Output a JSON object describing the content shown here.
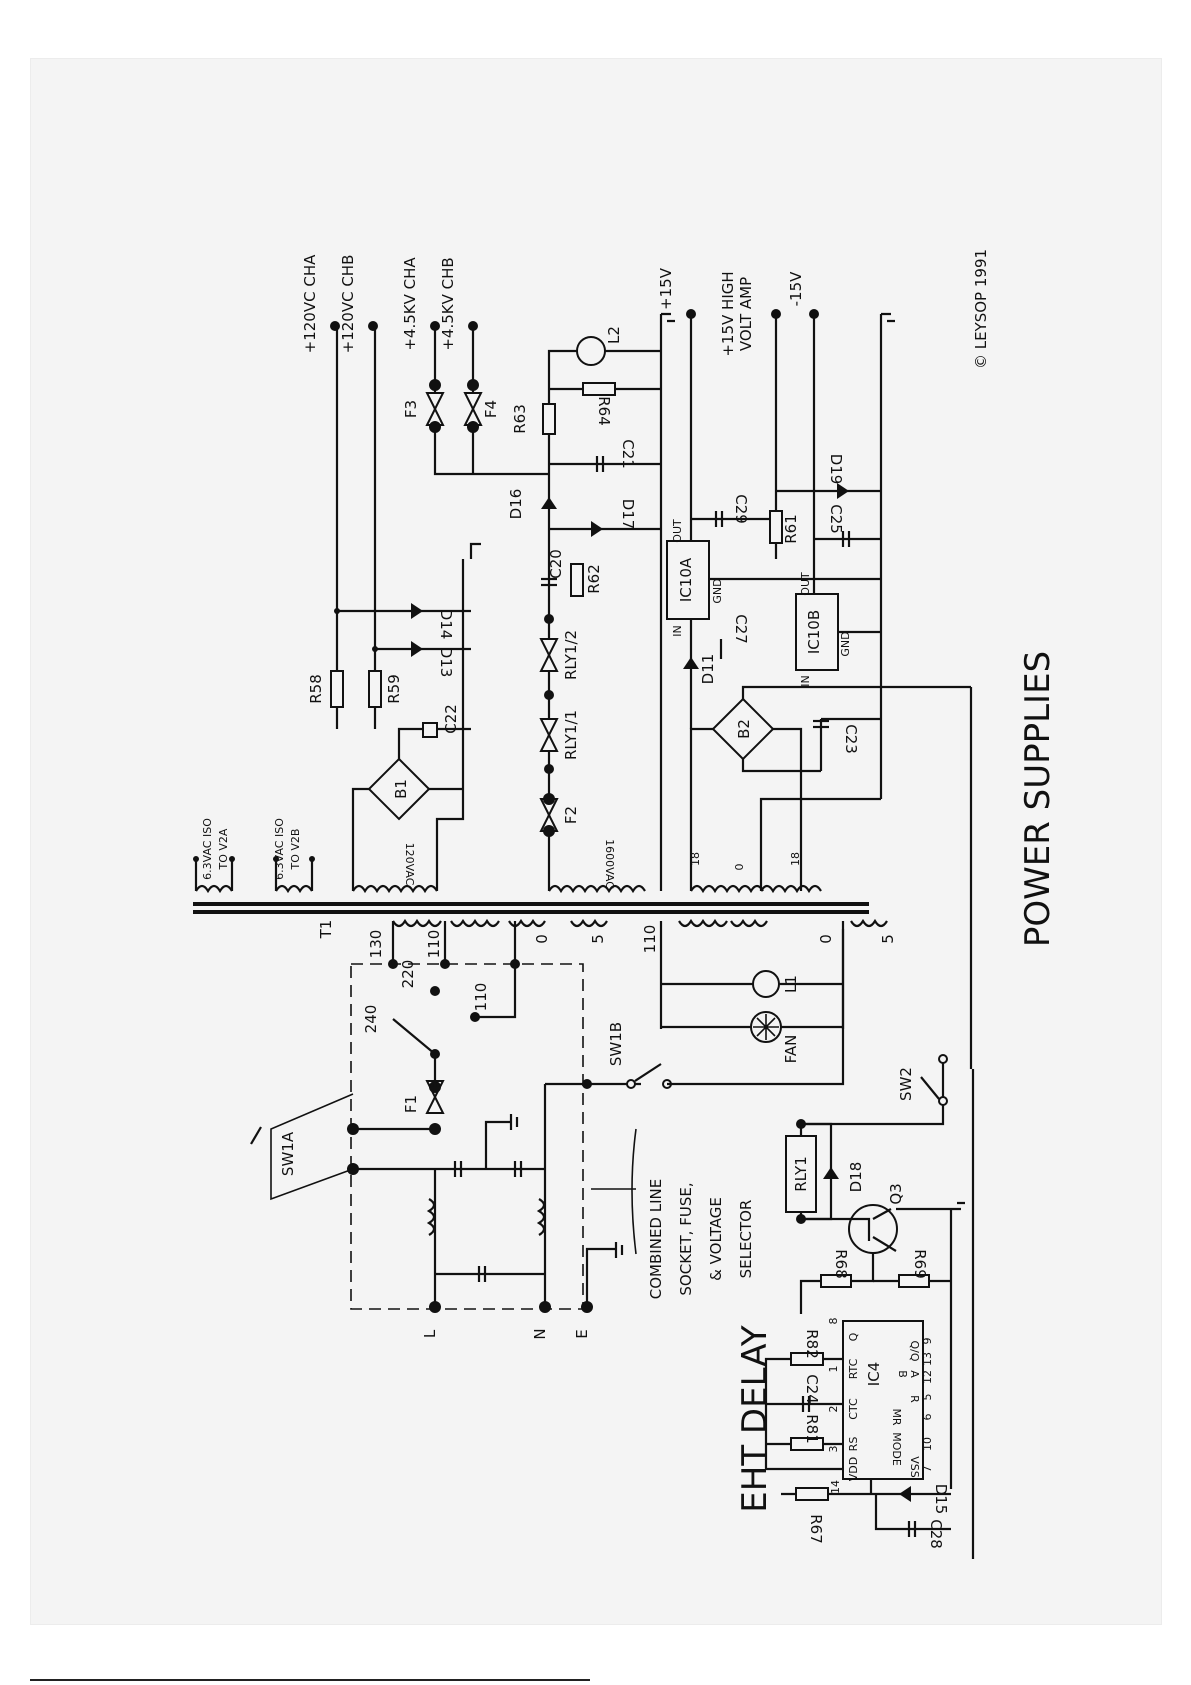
{
  "title": "POWER SUPPLIES",
  "subtitle": "EHT DELAY",
  "copyright": "© LEYSOP 1991",
  "outputs": [
    "+120VC CHA",
    "+120VC CHB",
    "+4.5KV CHA",
    "+4.5KV CHB",
    "+15V",
    "+15V HIGH",
    "VOLT AMP",
    "-15V"
  ],
  "transformer": {
    "ref": "T1",
    "primary_taps": [
      "130",
      "110",
      "0",
      "5",
      "110",
      "0",
      "5"
    ],
    "secondaries": [
      "6.3VAC ISO",
      "TO V2A",
      "6.3VAC ISO",
      "TO V2B",
      "120VAC",
      "1600VAC",
      "18",
      "0",
      "18"
    ]
  },
  "selector": {
    "voltages": [
      "240",
      "220",
      "110"
    ],
    "note": [
      "COMBINED LINE",
      "SOCKET, FUSE,",
      "& VOLTAGE",
      "SELECTOR"
    ],
    "terminals": [
      "L",
      "N",
      "E"
    ]
  },
  "components": {
    "fuses": [
      "F1",
      "F2",
      "F3",
      "F4"
    ],
    "switches": [
      "SW1A",
      "SW1B",
      "SW2"
    ],
    "relay": [
      "RLY1/1",
      "RLY1/2",
      "RLY1"
    ],
    "bridges": [
      "B1",
      "B2"
    ],
    "lamps_fan": [
      "L1",
      "L2",
      "FAN"
    ],
    "resistors": [
      "R58",
      "R59",
      "R61",
      "R62",
      "R63",
      "R64",
      "R67",
      "R68",
      "R69",
      "R81",
      "R82"
    ],
    "capacitors": [
      "C20",
      "C21",
      "C22",
      "C23",
      "C24",
      "C25",
      "C27",
      "C28",
      "C29"
    ],
    "diodes": [
      "D11",
      "D13",
      "D14",
      "D15",
      "D16",
      "D17",
      "D18",
      "D19"
    ],
    "regulators": [
      "IC10A",
      "IC10B"
    ],
    "reg_pins": [
      "IN",
      "OUT",
      "GND"
    ],
    "transistor": "Q3"
  },
  "ic4": {
    "ref": "IC4",
    "pins_left": [
      "RS",
      "CTC",
      "RTC",
      "Q"
    ],
    "pins_bottom": [
      "VSS",
      "MODE",
      "MR",
      "R",
      "A",
      "B",
      "Q/Q"
    ],
    "vdd": "VDD",
    "pin_numbers": [
      "14",
      "3",
      "2",
      "1",
      "8",
      "7",
      "10",
      "6",
      "5",
      "12",
      "13",
      "9"
    ]
  },
  "colors": {
    "ink": "#111111",
    "paper": "#f4f4f4",
    "margin": "#ffffff"
  }
}
